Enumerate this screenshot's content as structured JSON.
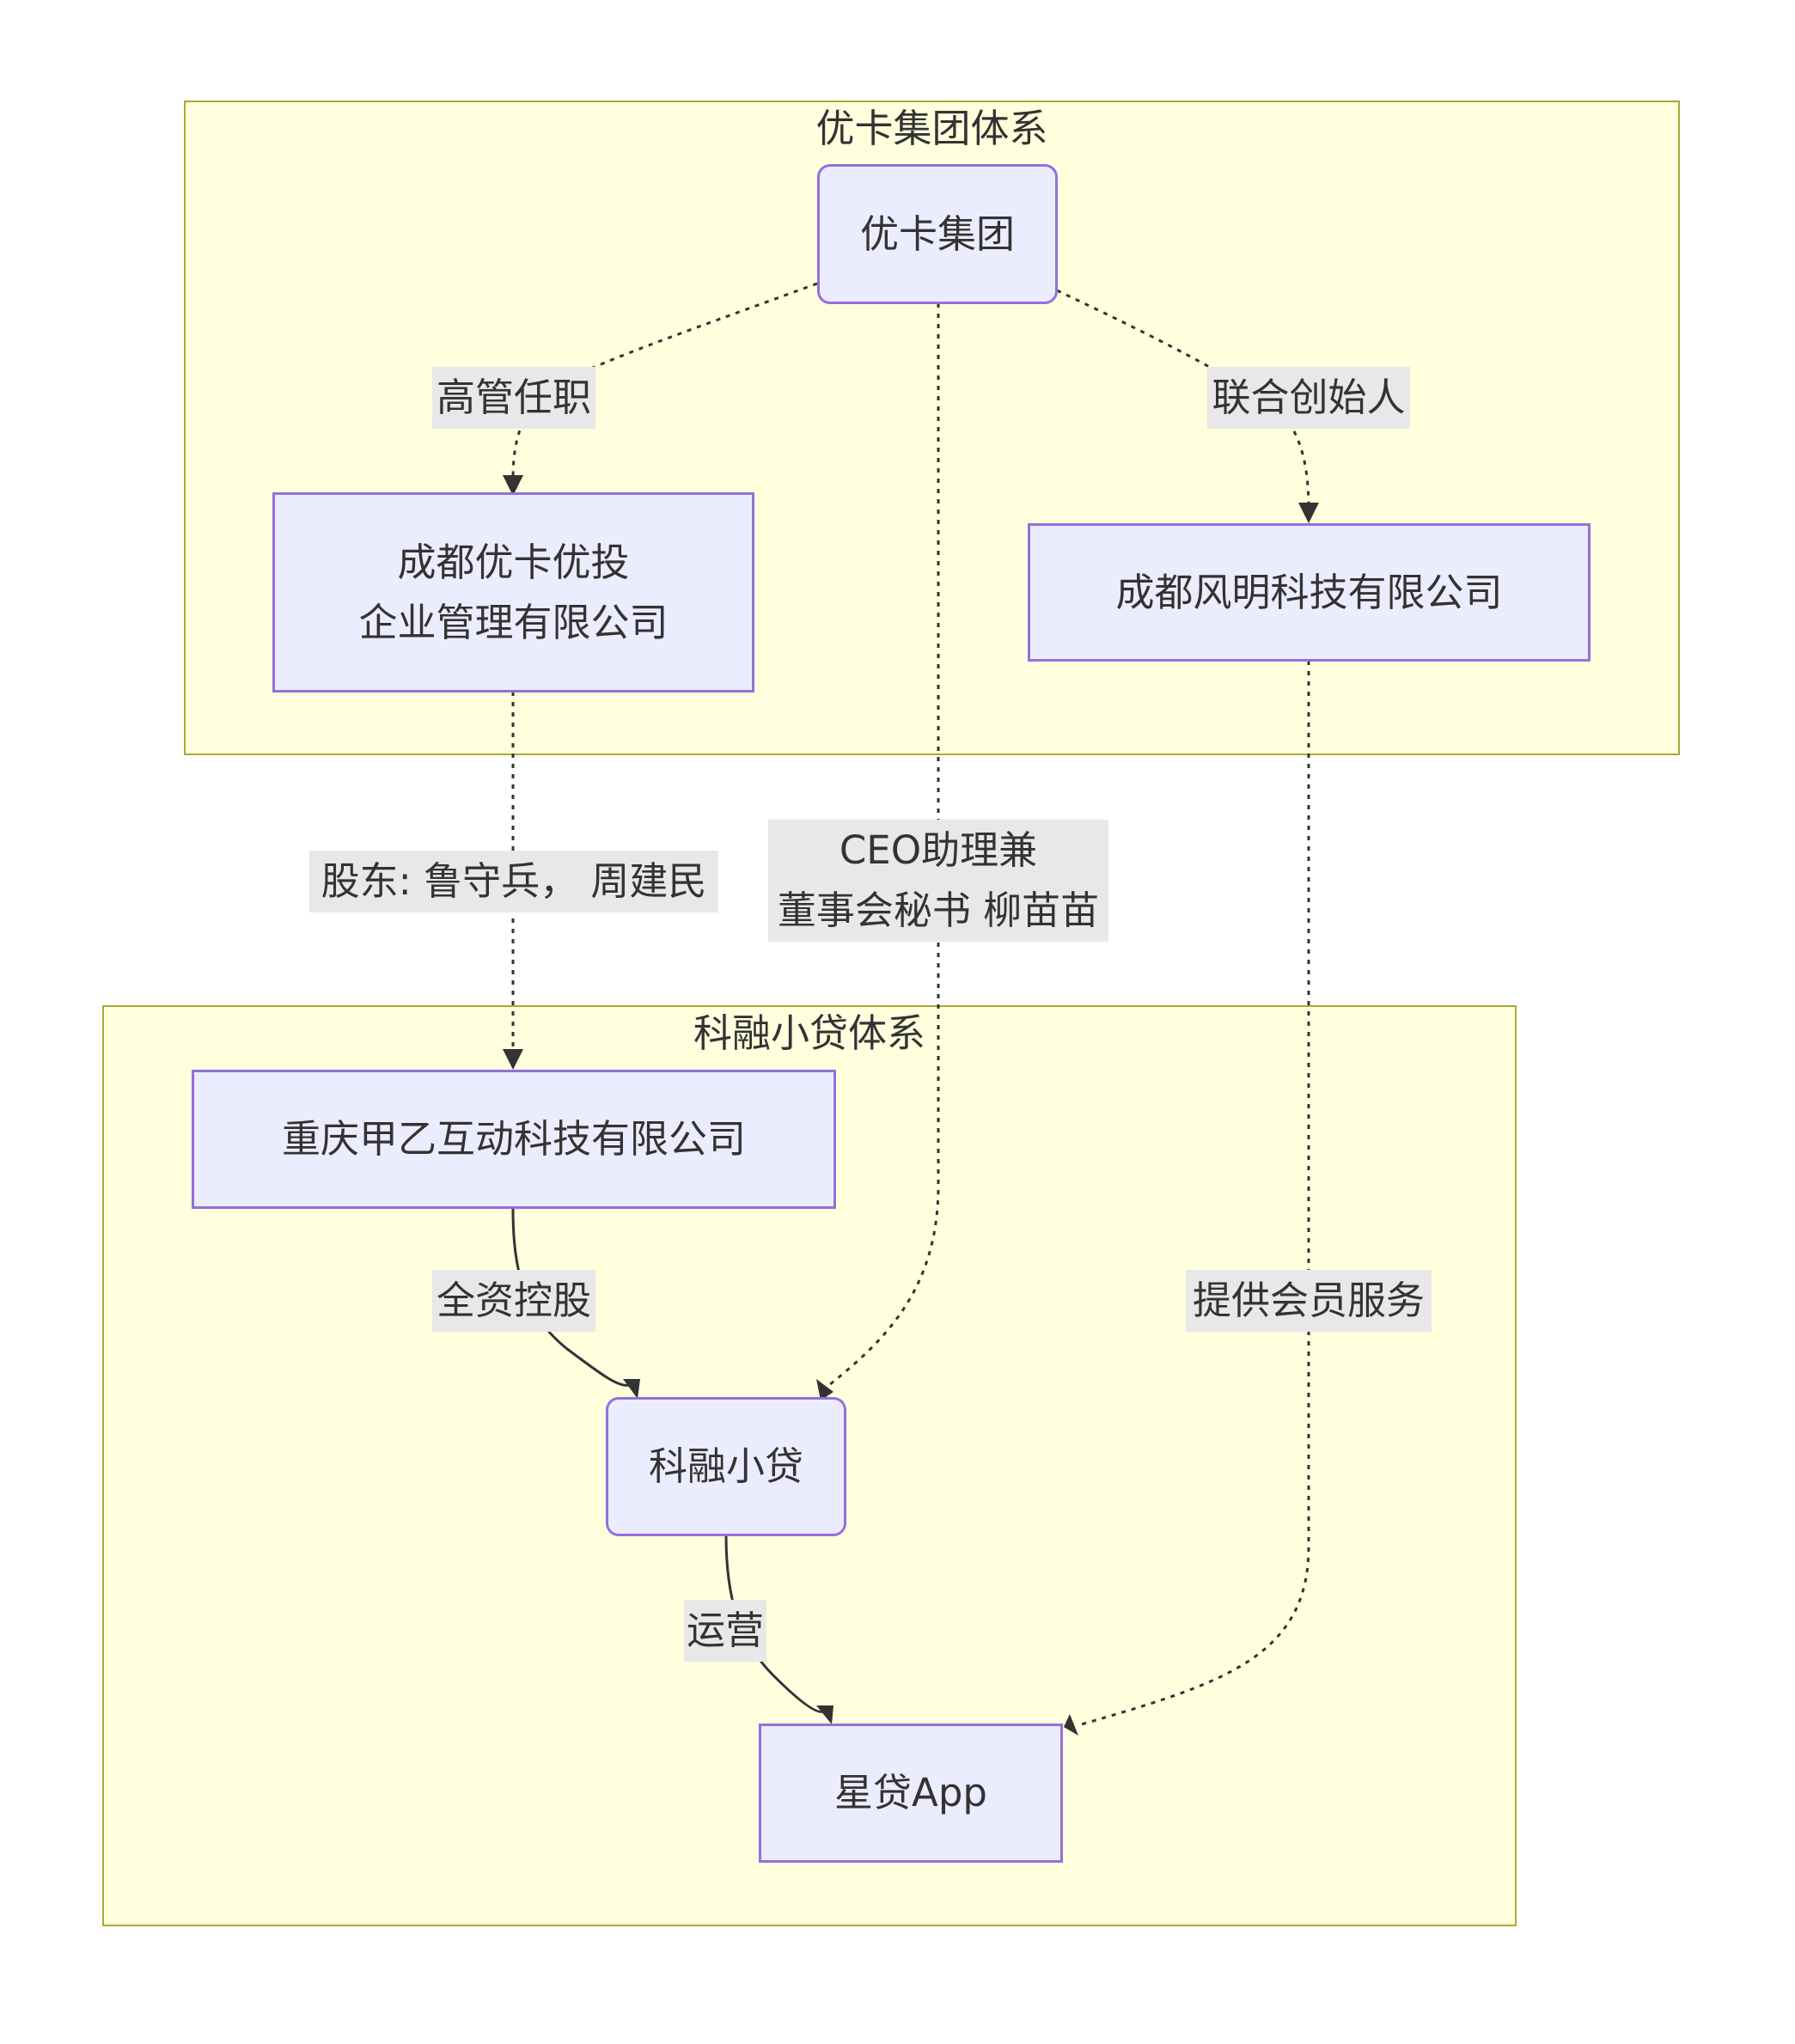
{
  "colors": {
    "cluster_fill": "#ffffde",
    "cluster_border": "#aaaa33",
    "node_fill": "#ececff",
    "node_border": "#9370db",
    "edge_label_bg": "#e8e8e8",
    "edge_color": "#333333"
  },
  "clusters": [
    {
      "id": "youka",
      "title": "优卡集团体系"
    },
    {
      "id": "kerong",
      "title": "科融小贷体系"
    }
  ],
  "nodes": {
    "youka_group": {
      "label": "优卡集团",
      "shape": "rounded"
    },
    "chengdu_youka_youtou": {
      "label": "成都优卡优投\n企业管理有限公司",
      "lines": [
        "成都优卡优投",
        "企业管理有限公司"
      ],
      "shape": "rect"
    },
    "chengdu_fengming": {
      "label": "成都风明科技有限公司",
      "shape": "rect"
    },
    "chongqing_jiayi": {
      "label": "重庆甲乙互动科技有限公司",
      "shape": "rect"
    },
    "kerong_loan": {
      "label": "科融小贷",
      "shape": "rounded"
    },
    "xingdai_app": {
      "label": "星贷App",
      "shape": "rect"
    }
  },
  "edges": [
    {
      "from": "youka_group",
      "to": "chengdu_youka_youtou",
      "label": "高管任职",
      "style": "dotted"
    },
    {
      "from": "youka_group",
      "to": "chengdu_fengming",
      "label": "联合创始人",
      "style": "dotted"
    },
    {
      "from": "youka_group",
      "to": "kerong_loan",
      "label": "CEO助理兼\n董事会秘书 柳苗苗",
      "lines": [
        "CEO助理兼",
        "董事会秘书 柳苗苗"
      ],
      "style": "dotted"
    },
    {
      "from": "chengdu_youka_youtou",
      "to": "chongqing_jiayi",
      "label": "股东: 鲁守兵， 周建民",
      "style": "dotted"
    },
    {
      "from": "chengdu_fengming",
      "to": "xingdai_app",
      "label": "提供会员服务",
      "style": "dotted"
    },
    {
      "from": "chongqing_jiayi",
      "to": "kerong_loan",
      "label": "全资控股",
      "style": "solid"
    },
    {
      "from": "kerong_loan",
      "to": "xingdai_app",
      "label": "运营",
      "style": "solid"
    }
  ]
}
